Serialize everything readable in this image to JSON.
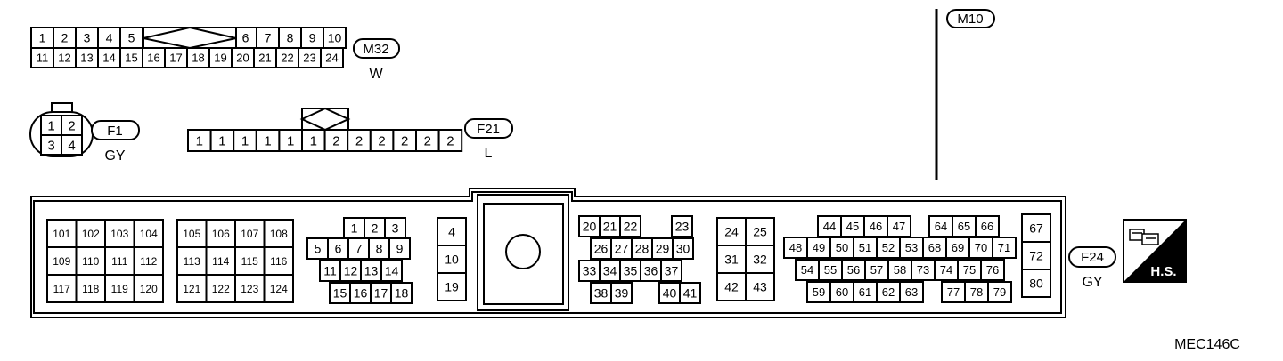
{
  "colors": {
    "ink": "#000000",
    "paper": "#ffffff"
  },
  "connectors": {
    "M32": {
      "tag": "M32",
      "color_code": "W",
      "rows": [
        [
          "1",
          "2",
          "3",
          "4",
          "5",
          "6",
          "7",
          "8",
          "9",
          "10"
        ],
        [
          "11",
          "12",
          "13",
          "14",
          "15",
          "16",
          "17",
          "18",
          "19",
          "20",
          "21",
          "22",
          "23",
          "24"
        ]
      ]
    },
    "F1": {
      "tag": "F1",
      "color_code": "GY",
      "pins": [
        "1",
        "2",
        "3",
        "4"
      ]
    },
    "F21": {
      "tag": "F21",
      "pins": [
        "1",
        "1",
        "1",
        "1",
        "1",
        "1",
        "2",
        "2",
        "2",
        "2",
        "2",
        "2"
      ],
      "color_code": "L"
    },
    "M10": {
      "tag": "M10"
    },
    "F24": {
      "tag": "F24",
      "color_code": "GY",
      "g1": [
        [
          "101",
          "102",
          "103",
          "104"
        ],
        [
          "109",
          "110",
          "111",
          "112"
        ],
        [
          "117",
          "118",
          "119",
          "120"
        ]
      ],
      "g2": [
        [
          "105",
          "106",
          "107",
          "108"
        ],
        [
          "113",
          "114",
          "115",
          "116"
        ],
        [
          "121",
          "122",
          "123",
          "124"
        ]
      ],
      "g3": [
        [
          "1",
          "2",
          "3"
        ],
        [
          "5",
          "6",
          "7",
          "8",
          "9"
        ],
        [
          "11",
          "12",
          "13",
          "14"
        ],
        [
          "15",
          "16",
          "17",
          "18"
        ]
      ],
      "g4": [
        "4",
        "10",
        "19"
      ],
      "g5": [
        [
          "20",
          "21",
          "22",
          "23"
        ],
        [
          "26",
          "27",
          "28",
          "29",
          "30"
        ],
        [
          "33",
          "34",
          "35",
          "36",
          "37"
        ],
        [
          "38",
          "39",
          "40",
          "41"
        ]
      ],
      "g6": [
        [
          "24",
          "25"
        ],
        [
          "31",
          "32"
        ],
        [
          "42",
          "43"
        ]
      ],
      "g7": [
        [
          "44",
          "45",
          "46",
          "47",
          "64",
          "65",
          "66"
        ],
        [
          "48",
          "49",
          "50",
          "51",
          "52",
          "53",
          "68",
          "69",
          "70",
          "71"
        ],
        [
          "54",
          "55",
          "56",
          "57",
          "58",
          "73",
          "74",
          "75",
          "76"
        ],
        [
          "59",
          "60",
          "61",
          "62",
          "63",
          "77",
          "78",
          "79"
        ]
      ],
      "g8": [
        "67",
        "72",
        "80"
      ]
    }
  },
  "hs_badge": {
    "label": "H.S."
  },
  "figure_code": "MEC146C"
}
